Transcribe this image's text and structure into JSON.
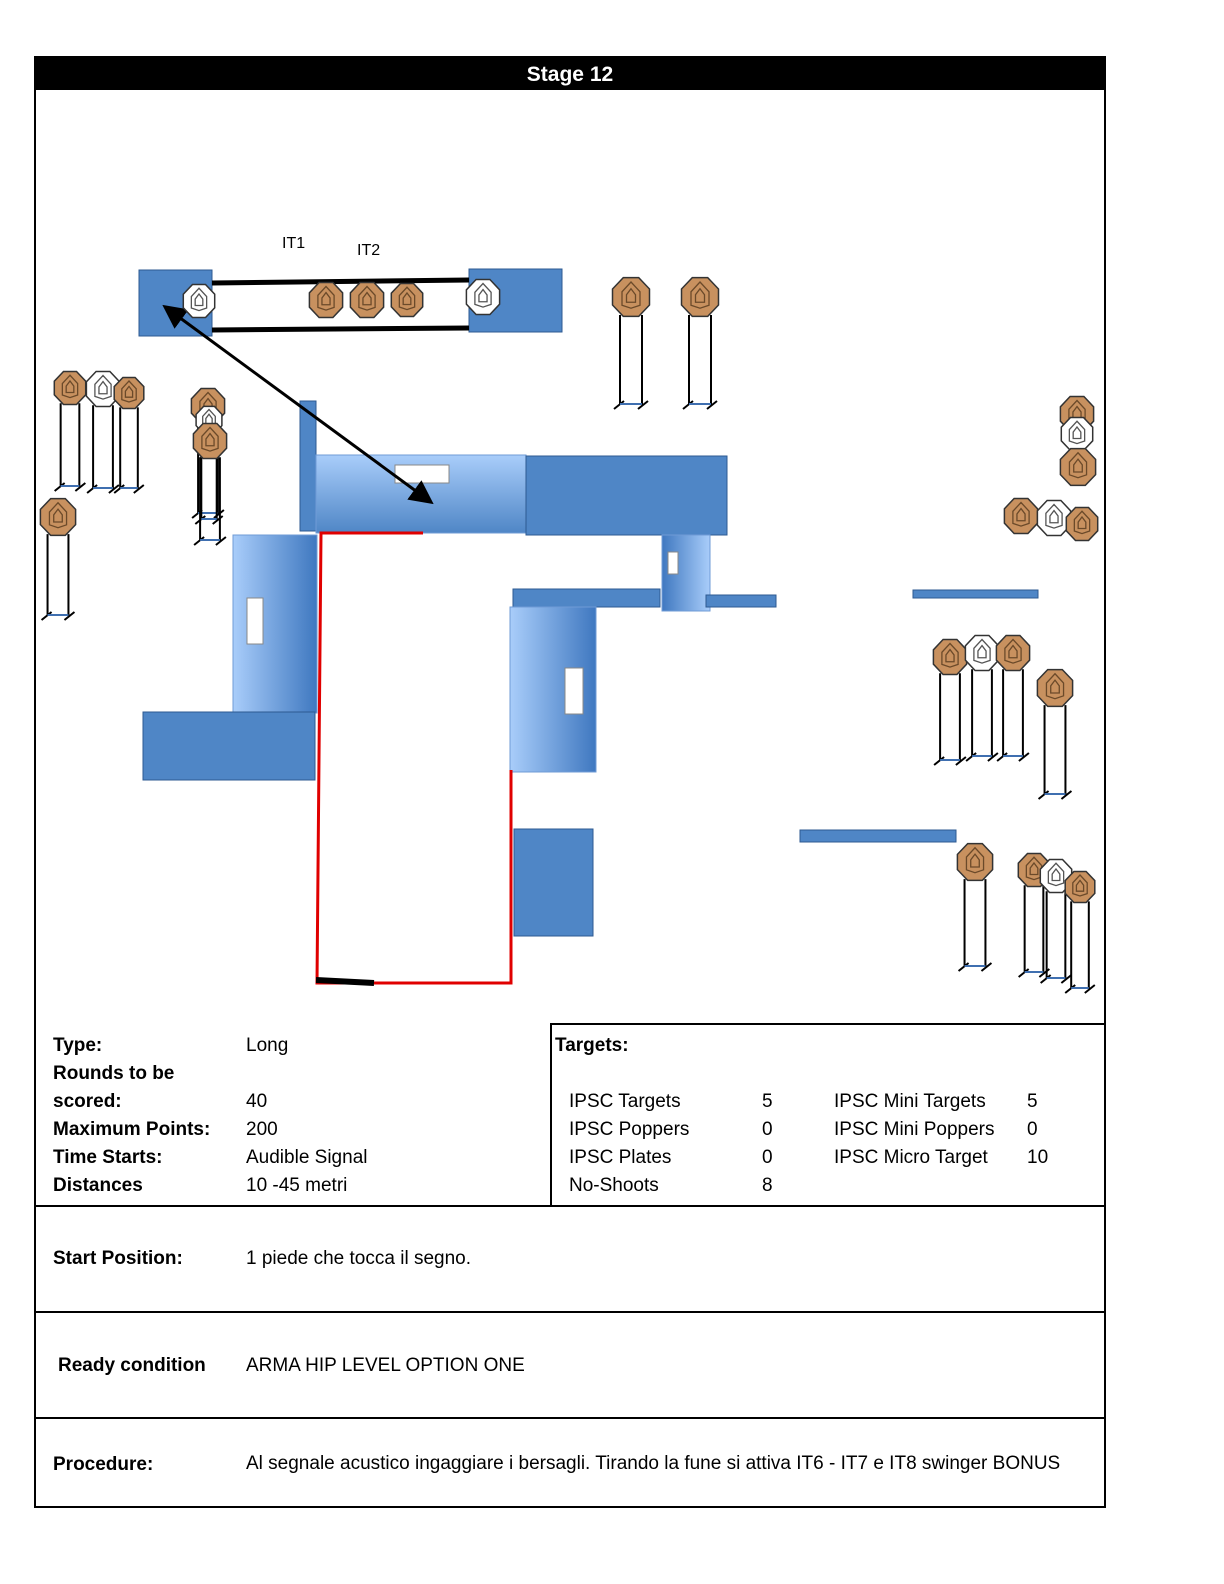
{
  "title": "Stage 12",
  "diagram": {
    "labels": {
      "it1": "IT1",
      "it2": "IT2"
    },
    "colors": {
      "barricade_dark": "#4f86c6",
      "barricade_light": "#9cc3f5",
      "target_brown": "#c8915f",
      "shooting_area": "#e00000"
    }
  },
  "info": {
    "type_label": "Type:",
    "type_value": "Long",
    "rounds_label_1": "Rounds to be",
    "rounds_label_2": "scored:",
    "rounds_value": "40",
    "max_points_label": "Maximum  Points:",
    "max_points_value": "200",
    "time_starts_label": "Time Starts:",
    "time_starts_value": "Audible Signal",
    "distances_label": "Distances",
    "distances_value": "10 -45 metri"
  },
  "targets": {
    "header": "Targets:",
    "left": [
      {
        "name": "IPSC Targets",
        "count": "5"
      },
      {
        "name": "IPSC Poppers",
        "count": "0"
      },
      {
        "name": "IPSC Plates",
        "count": "0"
      },
      {
        "name": "No-Shoots",
        "count": "8"
      }
    ],
    "right": [
      {
        "name": "IPSC Mini Targets",
        "count": "5"
      },
      {
        "name": "IPSC Mini Poppers",
        "count": "0"
      },
      {
        "name": "IPSC Micro Target",
        "count": "10"
      }
    ]
  },
  "start_position": {
    "label": "Start Position:",
    "value": "1 piede che tocca il segno."
  },
  "ready_condition": {
    "label": "Ready condition",
    "value": "ARMA HIP LEVEL OPTION ONE"
  },
  "procedure": {
    "label": "Procedure:",
    "value": "Al segnale acustico ingaggiare i bersagli. Tirando la fune si attiva IT6 -  IT7  e IT8 swinger BONUS"
  }
}
